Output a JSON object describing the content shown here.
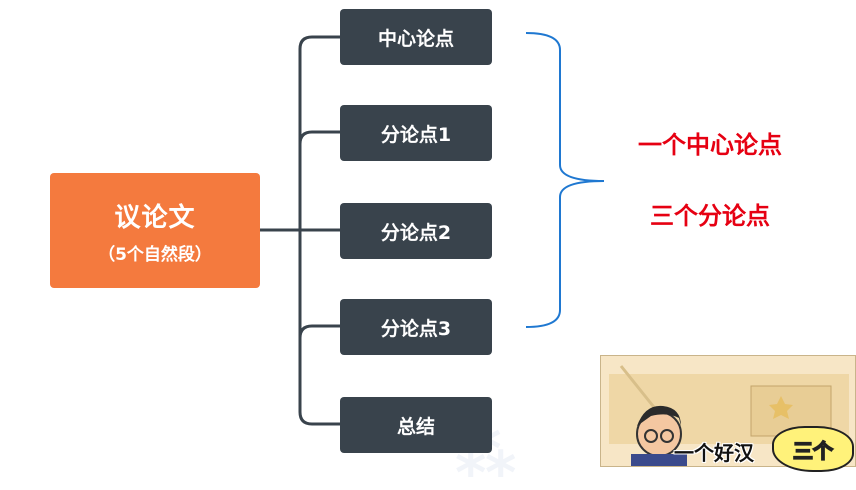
{
  "root": {
    "title": "议论文",
    "subtitle": "（5个自然段）"
  },
  "branches": [
    {
      "label": "中心论点"
    },
    {
      "label": "分论点1"
    },
    {
      "label": "分论点2"
    },
    {
      "label": "分论点3"
    },
    {
      "label": "总结"
    }
  ],
  "summary": {
    "line1": "一个中心论点",
    "line2": "三个分论点"
  },
  "comic": {
    "caption": "一个好汉",
    "bubble": "三个"
  },
  "colors": {
    "root": "#f47a3e",
    "branch": "#39434c",
    "connector": "#39434c",
    "bracket": "#1f78d1",
    "summary": "#e60012"
  }
}
